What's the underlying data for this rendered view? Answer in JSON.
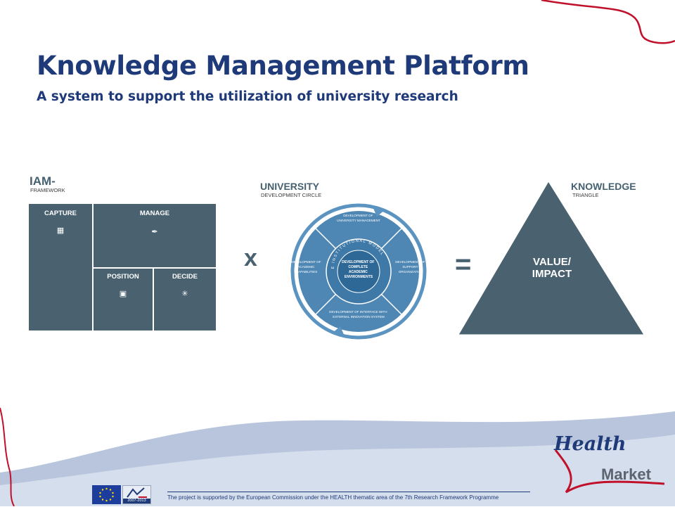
{
  "slide": {
    "title": "Knowledge Management Platform",
    "subtitle": "A system to support the utilization of university research"
  },
  "iam": {
    "title": "IAM-",
    "subtitle": "FRAMEWORK",
    "boxes": {
      "capture": "CAPTURE",
      "manage": "MANAGE",
      "position": "POSITION",
      "decide": "DECIDE"
    }
  },
  "operators": {
    "multiply": "x",
    "equals": "="
  },
  "university": {
    "title": "UNIVERSITY",
    "subtitle": "DEVELOPMENT CIRCLE",
    "segments": {
      "top": [
        "DEVELOPMENT OF",
        "UNIVERSITY MANAGEMENT"
      ],
      "left": [
        "DEVELOPMENT OF",
        "ACADEMIC",
        "CAPABILITIES"
      ],
      "right": [
        "DEVELOPMENT OF",
        "SUPPORT",
        "ORGANIZATION"
      ],
      "bottom": [
        "DEVELOPMENT OF INTERFACE WITH",
        "EXTERNAL INNOVATION SYSTEM"
      ]
    },
    "center": [
      "DEVELOPMENT OF",
      "COMPLETE",
      "ACADEMIC",
      "ENVIRONMENTS"
    ],
    "ring_text": "DEVELOPMENT OF THE INSTITUTIONAL MODEL"
  },
  "knowledge": {
    "title": "KNOWLEDGE",
    "subtitle": "TRIANGLE",
    "line1": "VALUE/",
    "line2": "IMPACT"
  },
  "logo": {
    "line1": "Health",
    "line2": "Market"
  },
  "footer": {
    "text": "The project is supported by the European Commission under the HEALTH thematic area of the 7th Research Framework Programme",
    "fp7_years": "2007-2013"
  },
  "colors": {
    "title": "#1f3a78",
    "figure_fill": "#4a6170",
    "circle": "#4f87b4",
    "accent_red": "#c0102a"
  }
}
